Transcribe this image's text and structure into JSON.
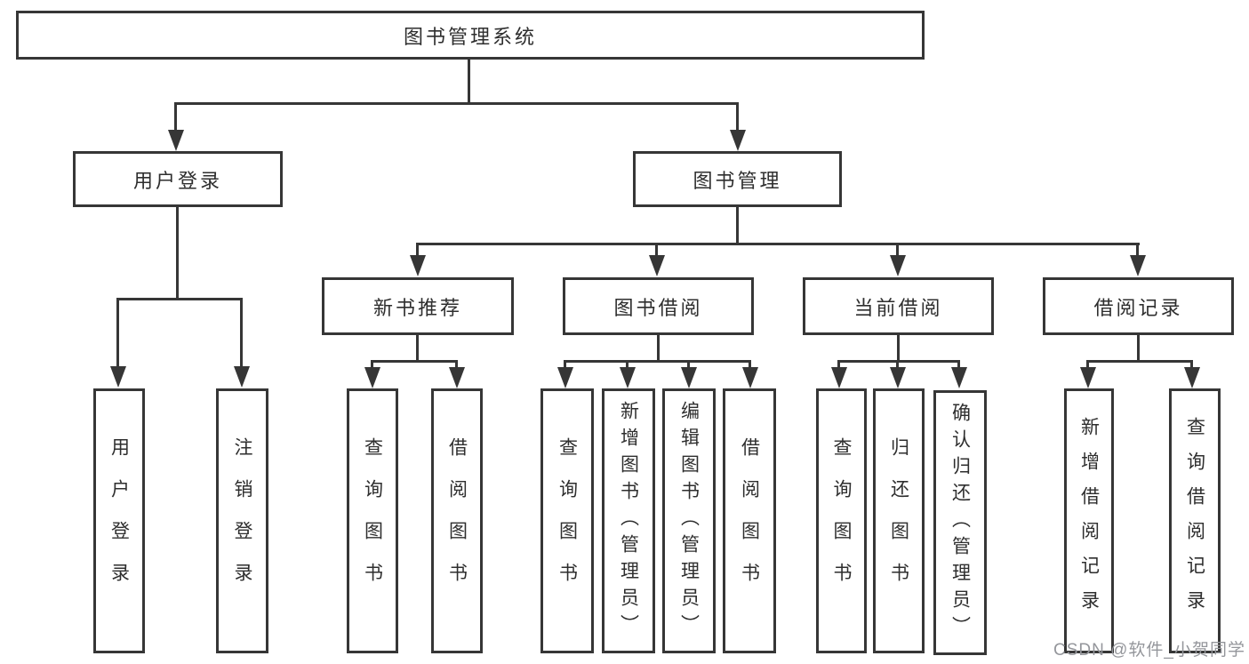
{
  "tree": {
    "root": {
      "label": "图书管理系统"
    },
    "branches": [
      {
        "label": "用户登录",
        "children": [
          {
            "label": "用户登录"
          },
          {
            "label": "注销登录"
          }
        ]
      },
      {
        "label": "图书管理",
        "children": [
          {
            "label": "新书推荐",
            "children": [
              {
                "label": "查询图书"
              },
              {
                "label": "借阅图书"
              }
            ]
          },
          {
            "label": "图书借阅",
            "children": [
              {
                "label": "查询图书"
              },
              {
                "label": "新增图书（管理员）"
              },
              {
                "label": "编辑图书（管理员）"
              },
              {
                "label": "借阅图书"
              }
            ]
          },
          {
            "label": "当前借阅",
            "children": [
              {
                "label": "查询图书"
              },
              {
                "label": "归还图书"
              },
              {
                "label": "确认归还（管理员）"
              }
            ]
          },
          {
            "label": "借阅记录",
            "children": [
              {
                "label": "新增借阅记录"
              },
              {
                "label": "查询借阅记录"
              }
            ]
          }
        ]
      }
    ]
  },
  "watermark": "CSDN @软件_小贺同学",
  "colors": {
    "line": "#363636",
    "text": "#2e2e2e",
    "background": "#ffffff",
    "watermark": "#94969b"
  }
}
